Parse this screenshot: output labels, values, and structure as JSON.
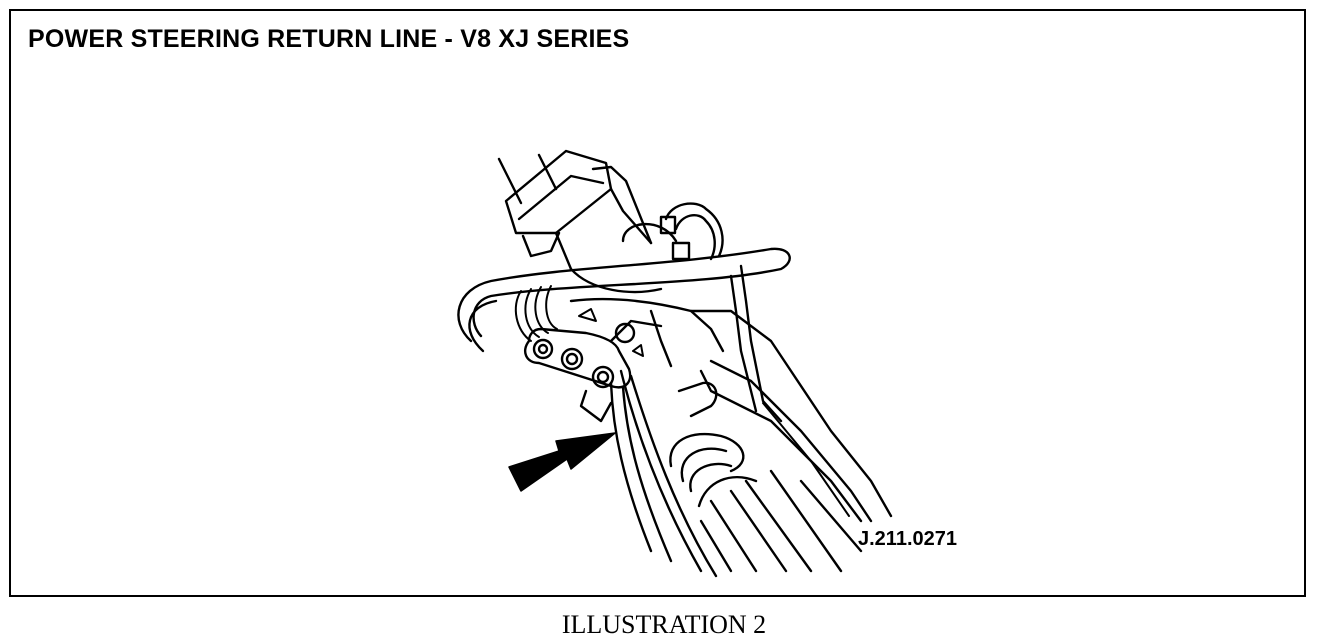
{
  "title": "POWER STEERING RETURN LINE - V8 XJ SERIES",
  "reference_code": "J.211.0271",
  "caption": "ILLUSTRATION 2",
  "colors": {
    "ink": "#000000",
    "paper": "#ffffff"
  },
  "icons": {
    "pointer": "arrow-pointer-icon"
  }
}
